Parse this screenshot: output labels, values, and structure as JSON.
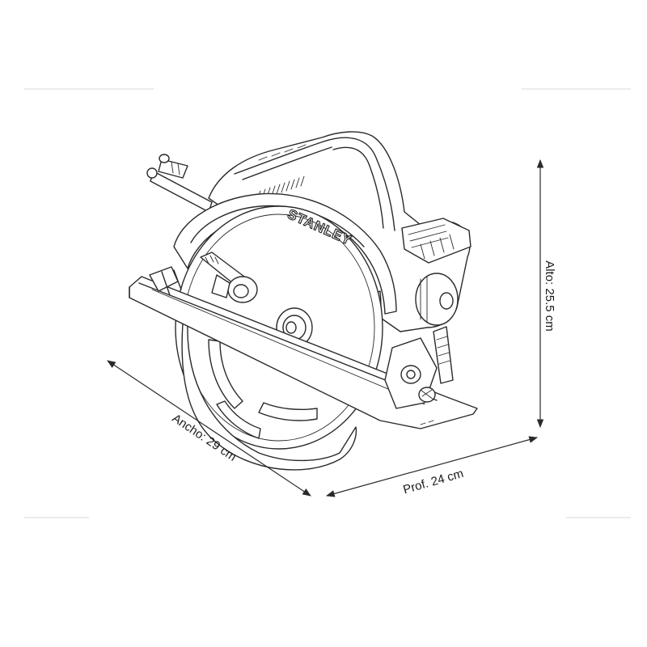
{
  "dimensions": {
    "height_label": "Alto: 25.5 cm",
    "width_label": "Ancho: 29 cm",
    "depth_label": "Prof. 24 cm"
  },
  "product": {
    "brand": "STANLEY"
  }
}
